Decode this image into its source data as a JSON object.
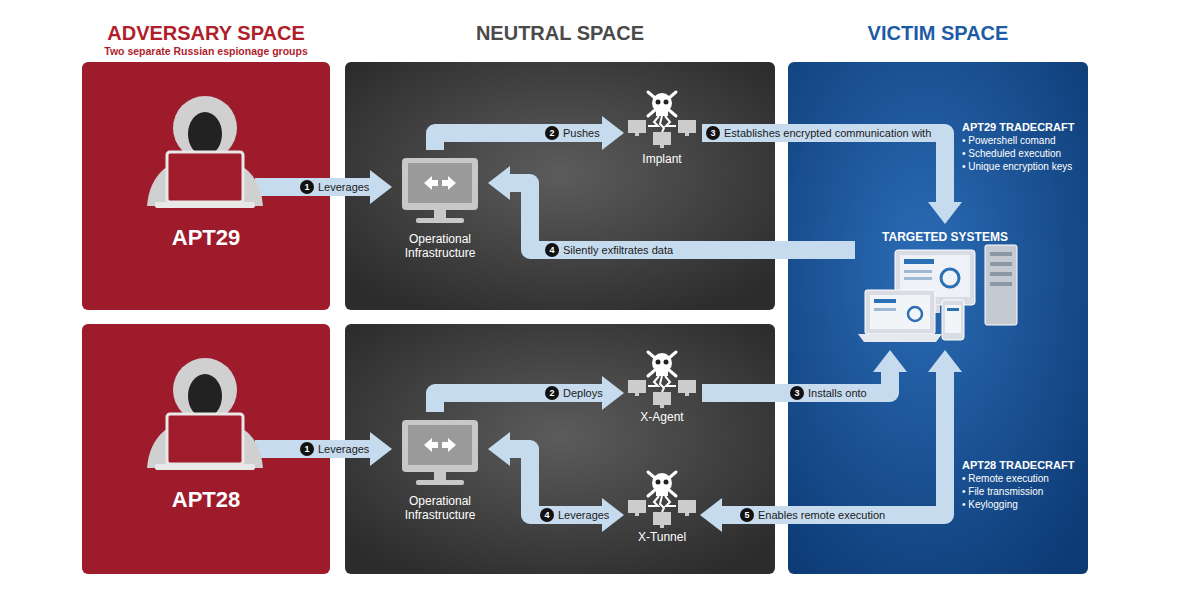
{
  "diagram": {
    "nodes": [
      {
        "text": [
          "APT29"
        ]
      },
      {
        "text": [
          "Operational Infrastructure"
        ]
      },
      {
        "text": [
          "Implant"
        ]
      },
      {
        "text": [
          "TARGETED SYSTEMS"
        ]
      },
      {
        "text": [
          "APT28"
        ]
      },
      {
        "text": [
          "Operational Infrastructure"
        ]
      },
      {
        "text": [
          "X-Agent"
        ]
      },
      {
        "text": [
          "X-Tunnel"
        ]
      }
    ],
    "edges": [
      {
        "from": 0,
        "to": 1,
        "label": "Leverages",
        "arrow": "to"
      },
      {
        "from": 1,
        "to": 2,
        "label": "Pushes",
        "arrow": "to"
      },
      {
        "from": 2,
        "to": 3,
        "label": "Establishes encrypted communication with",
        "arrow": "to"
      },
      {
        "from": 3,
        "to": 1,
        "label": "Silently exfiltrates data",
        "arrow": "to"
      },
      {
        "from": 4,
        "to": 5,
        "label": "Leverages",
        "arrow": "to"
      },
      {
        "from": 5,
        "to": 6,
        "label": "Deploys",
        "arrow": "to"
      },
      {
        "from": 6,
        "to": 3,
        "label": "Installs onto",
        "arrow": "to"
      },
      {
        "from": 5,
        "to": 7,
        "label": "Leverages",
        "arrow": "both"
      },
      {
        "from": 7,
        "to": 3,
        "label": "Enables remote execution",
        "arrow": "both"
      }
    ],
    "labels": [
      "ADVERSARY SPACE",
      "Two separate Russian espionage groups",
      "NEUTRAL SPACE",
      "VICTIM SPACE",
      "1",
      "2",
      "3",
      "4",
      "APT29 TRADECRAFT",
      "• Powershell comand",
      "• Scheduled execution",
      "• Unique encryption keys",
      "1",
      "2",
      "3",
      "4",
      "5",
      "APT28 TRADECRAFT",
      "• Remote execution",
      "• File transmission",
      "• Keylogging"
    ]
  }
}
